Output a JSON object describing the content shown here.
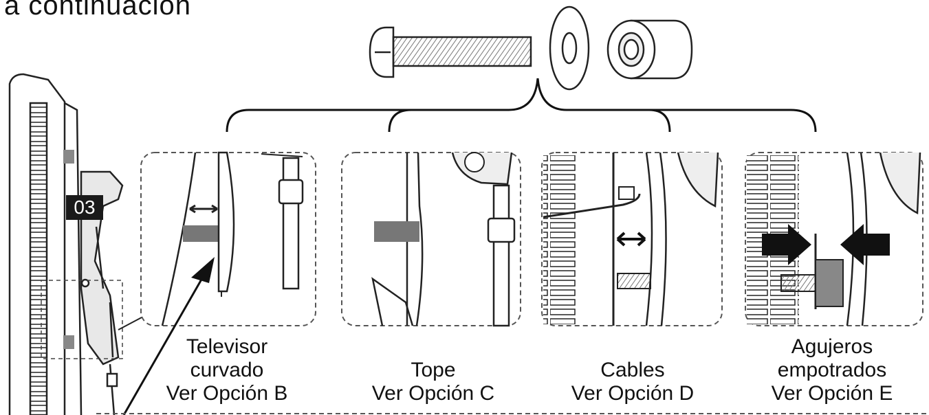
{
  "heading": "a continuación",
  "step_badge": "03",
  "options": [
    {
      "lines": [
        "Televisor",
        "curvado",
        "Ver Opción B"
      ]
    },
    {
      "lines": [
        "Tope",
        "Ver Opción C"
      ]
    },
    {
      "lines": [
        "Cables",
        "Ver Opción D"
      ]
    },
    {
      "lines": [
        "Agujeros",
        "empotrados",
        "Ver Opción E"
      ]
    }
  ],
  "hardware": [
    "bolt-icon",
    "washer-icon",
    "spacer-icon"
  ]
}
